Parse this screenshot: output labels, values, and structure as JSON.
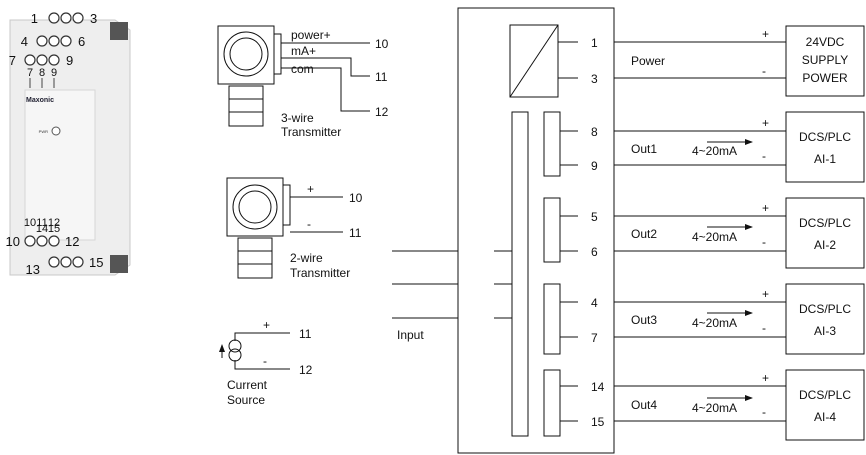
{
  "device": {
    "terminals_top": [
      "1",
      "3",
      "4",
      "6",
      "7",
      "9"
    ],
    "terminals_bottom": [
      "10",
      "12",
      "13",
      "15"
    ],
    "small_terminal_labels_top": [
      "7",
      "8",
      "9"
    ],
    "small_terminal_labels_bottom": [
      "10",
      "11",
      "12",
      "14",
      "15"
    ],
    "brand": "Maxonic",
    "power_indicator": "PWR"
  },
  "transmitter3": {
    "labels": [
      "power+",
      "mA+",
      "com"
    ],
    "terminals": [
      "10",
      "11",
      "12"
    ],
    "caption": [
      "3-wire",
      "Transmitter"
    ]
  },
  "transmitter2": {
    "labels": [
      "+",
      "-"
    ],
    "terminals": [
      "10",
      "11"
    ],
    "caption": [
      "2-wire",
      "Transmitter"
    ]
  },
  "current_source": {
    "labels": [
      "+",
      "-"
    ],
    "terminals": [
      "11",
      "12"
    ],
    "caption": [
      "Current",
      "Source"
    ]
  },
  "module": {
    "input_terminals": [
      "10",
      "11",
      "12"
    ],
    "input_label": "Input",
    "power_terminals": [
      "1",
      "3"
    ],
    "output_terminals": [
      [
        "8",
        "9"
      ],
      [
        "5",
        "6"
      ],
      [
        "4",
        "7"
      ],
      [
        "14",
        "15"
      ]
    ]
  },
  "power": {
    "label": "Power",
    "plus": "+",
    "minus": "-",
    "supply": [
      "24VDC",
      "SUPPLY",
      "POWER"
    ]
  },
  "outputs": [
    {
      "name": "Out1",
      "signal": "4~20mA",
      "plus": "+",
      "minus": "-",
      "dest": [
        "DCS/PLC",
        "AI-1"
      ]
    },
    {
      "name": "Out2",
      "signal": "4~20mA",
      "plus": "+",
      "minus": "-",
      "dest": [
        "DCS/PLC",
        "AI-2"
      ]
    },
    {
      "name": "Out3",
      "signal": "4~20mA",
      "plus": "+",
      "minus": "-",
      "dest": [
        "DCS/PLC",
        "AI-3"
      ]
    },
    {
      "name": "Out4",
      "signal": "4~20mA",
      "plus": "+",
      "minus": "-",
      "dest": [
        "DCS/PLC",
        "AI-4"
      ]
    }
  ]
}
